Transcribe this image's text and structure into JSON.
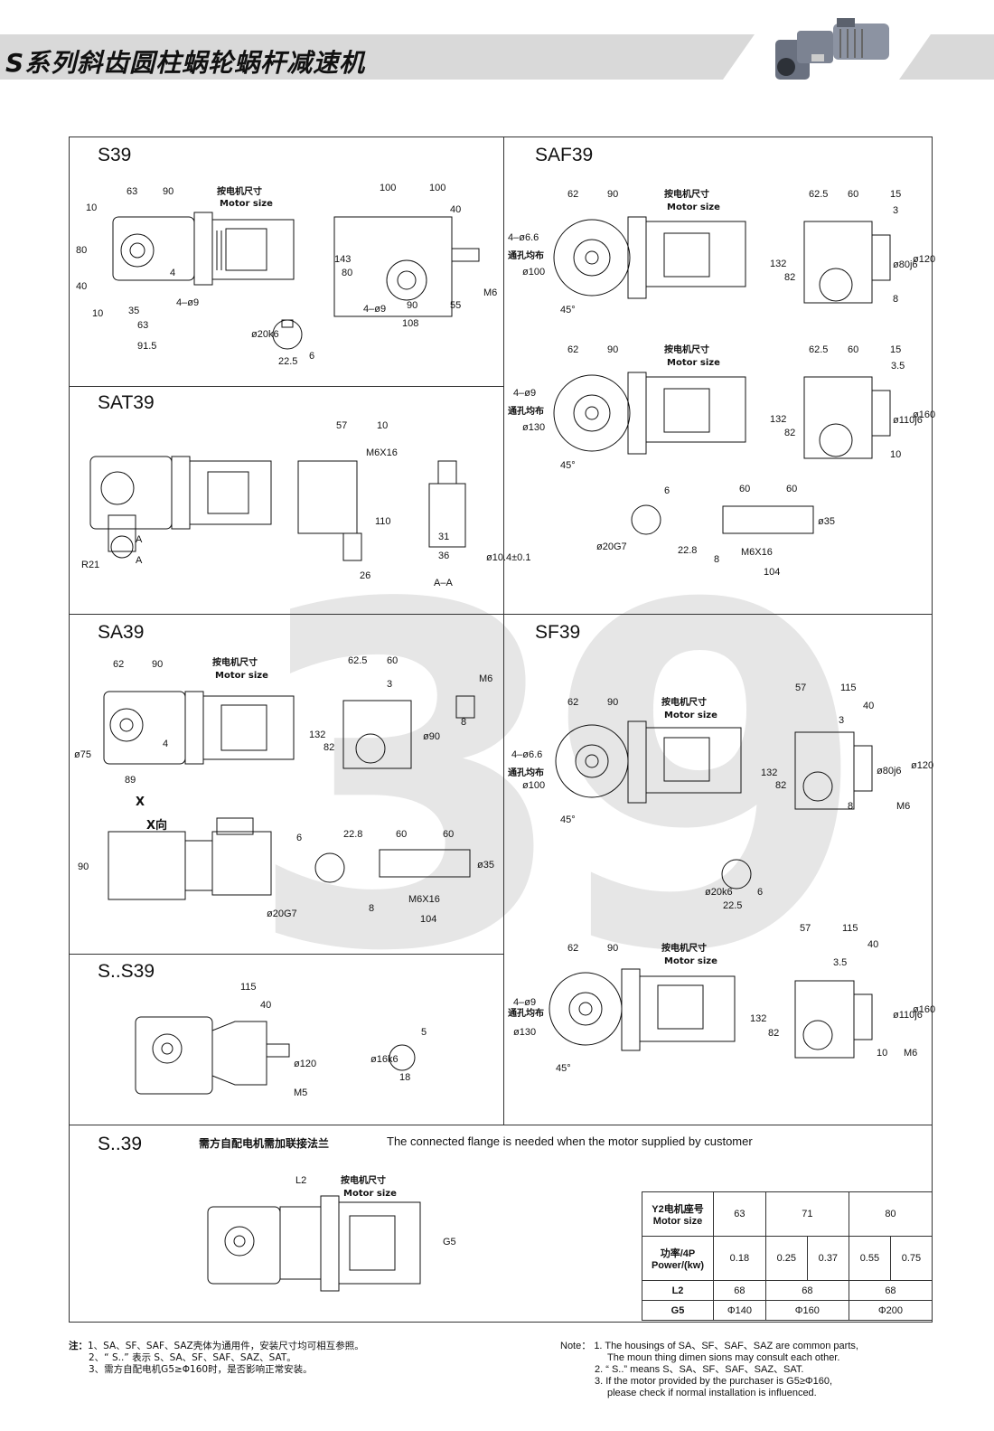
{
  "header": {
    "title": "S系列斜齿圆柱蜗轮蜗杆减速机",
    "watermark": "39"
  },
  "sections": {
    "s39": "S39",
    "saf39": "SAF39",
    "sat39": "SAT39",
    "sa39": "SA39",
    "sf39": "SF39",
    "ss39": "S..S39",
    "s_39": "S..39"
  },
  "labels": {
    "motor_size_cn": "按电机尺寸",
    "motor_size_en": "Motor size",
    "hole_even_cn": "通孔均布",
    "x_dir": "X向",
    "x": "X",
    "aa": "A–A",
    "flange_cn": "需方自配电机需加联接法兰",
    "flange_en": "The connected flange is needed when  the motor supplied by customer"
  },
  "dims": {
    "s39": [
      "63",
      "90",
      "10",
      "80",
      "40",
      "10",
      "35",
      "63",
      "91.5",
      "4",
      "4–ø9",
      "100",
      "100",
      "40",
      "143",
      "80",
      "90",
      "55",
      "108",
      "4–ø9",
      "M6",
      "ø20k6",
      "22.5",
      "6"
    ],
    "saf39_a": [
      "62",
      "90",
      "4–ø6.6",
      "ø100",
      "45°",
      "62.5",
      "60",
      "15",
      "3",
      "132",
      "82",
      "ø80j6",
      "ø120",
      "8"
    ],
    "saf39_b": [
      "62",
      "90",
      "4–ø9",
      "ø130",
      "45°",
      "62.5",
      "60",
      "15",
      "3.5",
      "132",
      "82",
      "ø110j6",
      "ø160",
      "10"
    ],
    "saf39_c": [
      "6",
      "ø20G7",
      "22.8",
      "60",
      "60",
      "ø35",
      "M6X16",
      "8",
      "104"
    ],
    "sat39": [
      "57",
      "10",
      "M6X16",
      "110",
      "26",
      "R21",
      "A",
      "A",
      "31",
      "36",
      "ø10.4±0.1"
    ],
    "sa39": [
      "62",
      "90",
      "ø75",
      "4",
      "89",
      "62.5",
      "60",
      "3",
      "132",
      "82",
      "ø90",
      "M6",
      "8",
      "90",
      "6",
      "22.8",
      "ø20G7",
      "60",
      "60",
      "ø35",
      "M6X16",
      "8",
      "104"
    ],
    "sf39_a": [
      "62",
      "90",
      "4–ø6.6",
      "ø100",
      "45°",
      "57",
      "115",
      "40",
      "3",
      "132",
      "82",
      "ø80j6",
      "ø120",
      "8",
      "M6",
      "ø20k6",
      "22.5",
      "6"
    ],
    "sf39_b": [
      "62",
      "90",
      "4–ø9",
      "ø130",
      "45°",
      "57",
      "115",
      "40",
      "3.5",
      "132",
      "82",
      "ø110j6",
      "ø160",
      "10",
      "M6"
    ],
    "ss39": [
      "115",
      "40",
      "ø120",
      "M5",
      "ø16k6",
      "5",
      "18"
    ],
    "s_39": [
      "L2",
      "G5"
    ]
  },
  "table": {
    "rows": [
      {
        "head_cn": "Y2电机座号",
        "head_en": "Motor size",
        "cells": [
          "63",
          "71",
          "80"
        ]
      },
      {
        "head_cn": "功率/4P",
        "head_en": "Power/(kw)",
        "cells": [
          "0.18",
          "0.25",
          "0.37",
          "0.55",
          "0.75"
        ]
      },
      {
        "head_cn": "",
        "head_en": "L2",
        "cells": [
          "68",
          "68",
          "68"
        ]
      },
      {
        "head_cn": "",
        "head_en": "G5",
        "cells": [
          "Φ140",
          "Φ160",
          "Φ200"
        ]
      }
    ]
  },
  "notes_cn": {
    "prefix": "注：",
    "n1": "1、SA、SF、SAF、SAZ壳体为通用件，安装尺寸均可相互参照。",
    "n2": "2、“ S..” 表示 S、SA、SF、SAF、SAZ、SAT。",
    "n3": "3、需方自配电机G5≥Φ160时，是否影响正常安装。"
  },
  "notes_en": {
    "prefix": "Note：",
    "n1": "1.  The housings of SA、SF、SAF、SAZ are common parts,",
    "n1b": "The moun thing dimen sions may consult each other.",
    "n2": "2. “ S..” means  S、SA、SF、SAF、SAZ、SAT.",
    "n3": "3.  If the motor provided by the purchaser is G5≥Φ160,",
    "n3b": "please check if normal installation is influenced."
  }
}
